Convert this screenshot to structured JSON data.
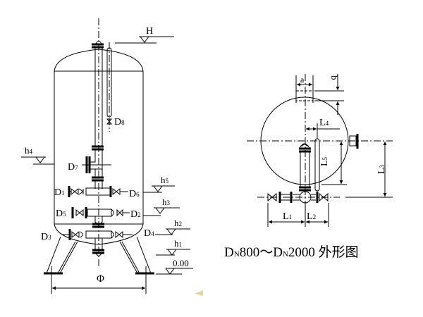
{
  "vessel_view": {
    "labels": {
      "H": "H",
      "h1": "h",
      "h1_sub": "1",
      "h2": "h",
      "h2_sub": "2",
      "h3": "h",
      "h3_sub": "3",
      "h4": "h",
      "h4_sub": "4",
      "h5": "h",
      "h5_sub": "5",
      "zero": "0.00",
      "phi": "Φ",
      "D1": "D",
      "D1_sub": "1",
      "D2": "D",
      "D2_sub": "2",
      "D3": "D",
      "D3_sub": "3",
      "D4": "D",
      "D4_sub": "4",
      "D5": "D",
      "D5_sub": "5",
      "D6": "D",
      "D6_sub": "6",
      "D7": "D",
      "D7_sub": "7",
      "D8": "D",
      "D8_sub": "8"
    }
  },
  "plan_view": {
    "labels": {
      "a": "a",
      "b": "b",
      "L1": "L",
      "L1_sub": "1",
      "L2": "L",
      "L2_sub": "2",
      "L3": "L",
      "L3_sub": "3",
      "L4": "L",
      "L4_sub": "4",
      "L5": "L",
      "L5_sub": "5"
    }
  },
  "caption": {
    "d1": "D",
    "d1_sub": "N",
    "v1": "800～",
    "d2": "D",
    "d2_sub": "N",
    "v2": "2000 外形图"
  }
}
